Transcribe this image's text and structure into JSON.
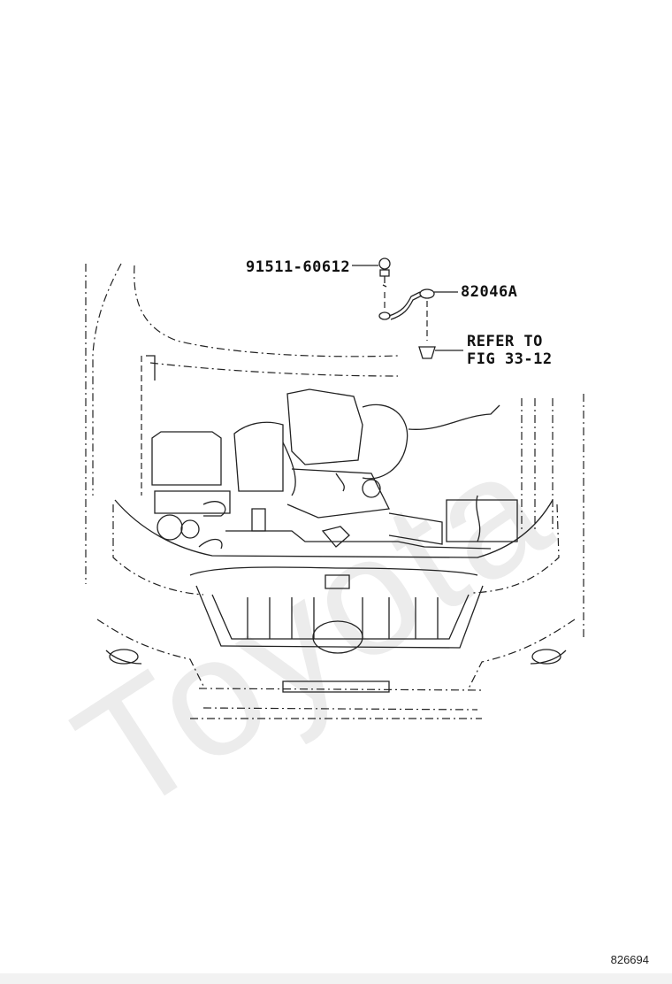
{
  "diagram": {
    "callouts": {
      "bolt_part": "91511-60612",
      "cable_part": "82046A",
      "reference_line1": "REFER TO",
      "reference_line2": "FIG 33-12"
    },
    "figure_number": "826694",
    "watermark": "Toyota",
    "colors": {
      "line": "#222222",
      "watermark": "#ececec",
      "background": "#ffffff"
    }
  }
}
